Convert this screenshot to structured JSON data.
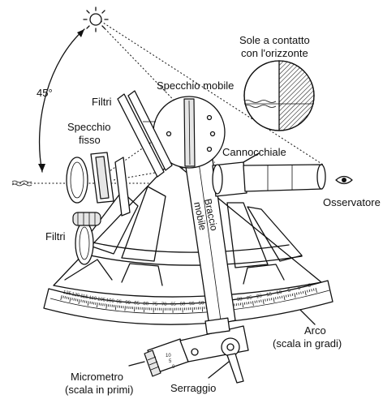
{
  "labels": {
    "angle": "45°",
    "sun_contact_line1": "Sole a contatto",
    "sun_contact_line2": "con l'orizzonte",
    "specchio_mobile": "Specchio mobile",
    "filtri_top": "Filtri",
    "specchio_fisso_line1": "Specchio",
    "specchio_fisso_line2": "fisso",
    "cannocchiale": "Cannocchiale",
    "braccio_line1": "Braccio",
    "braccio_line2": "mobile",
    "osservatore": "Osservatore",
    "filtri_left": "Filtri",
    "arco_line1": "Arco",
    "arco_line2": "(scala in gradi)",
    "micrometro_line1": "Micrometro",
    "micrometro_line2": "(scala in primi)",
    "serraggio": "Serraggio"
  },
  "arc_scale": [
    "125",
    "120",
    "115",
    "110",
    "105",
    "100",
    "95",
    "90",
    "85",
    "80",
    "75",
    "70",
    "65",
    "60",
    "55",
    "50",
    "45",
    "40",
    "35",
    "30",
    "25",
    "20",
    "15",
    "10",
    "5",
    "0",
    "5"
  ],
  "vernier_scale": [
    "10",
    "5",
    "0"
  ],
  "icons": {
    "sun": "sun-icon",
    "eye": "eye-icon",
    "horizon": "horizon-wave-icon"
  }
}
